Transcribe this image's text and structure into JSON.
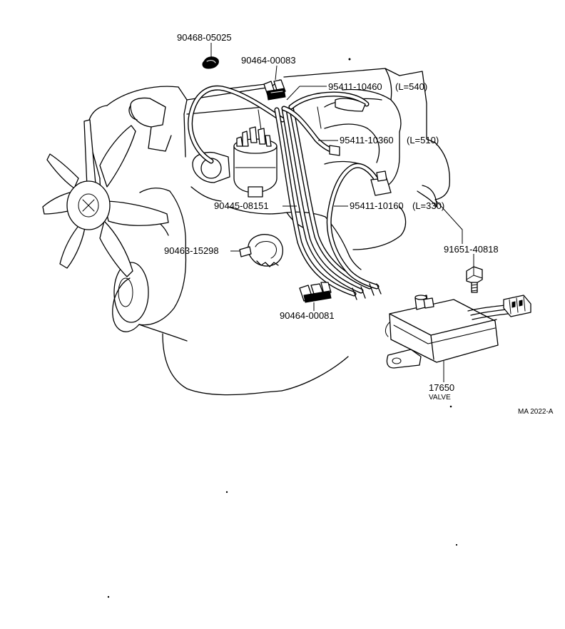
{
  "parts": {
    "p1": "90468-05025",
    "p2": "90464-00083",
    "p3": "95411-10460",
    "p3_len": "(L=540)",
    "p4": "95411-10360",
    "p4_len": "(L=510)",
    "p5": "90445-08151",
    "p6": "95411-10160",
    "p6_len": "(L=330)",
    "p7": "91651-40818",
    "p8": "90463-15298",
    "p9": "90464-00081",
    "p10": "17650",
    "p10_name": "VALVE"
  },
  "figure_code": "MA 2022-A"
}
